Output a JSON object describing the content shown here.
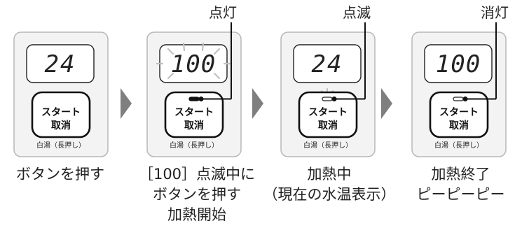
{
  "panels": [
    {
      "display": "24",
      "callout": "",
      "button_line1": "スタート",
      "button_line2": "取消",
      "under_label": "白湯（長押し）",
      "caption": [
        "ボタンを押す"
      ]
    },
    {
      "display": "100",
      "callout": "点灯",
      "button_line1": "スタート",
      "button_line2": "取消",
      "under_label": "白湯（長押し）",
      "caption": [
        "［100］点滅中に",
        "ボタンを押す",
        "加熱開始"
      ]
    },
    {
      "display": "24",
      "callout": "点滅",
      "button_line1": "スタート",
      "button_line2": "取消",
      "under_label": "白湯（長押し）",
      "caption": [
        "加熱中",
        "（現在の水温表示）"
      ]
    },
    {
      "display": "100",
      "callout": "消灯",
      "button_line1": "スタート",
      "button_line2": "取消",
      "under_label": "白湯（長押し）",
      "caption": [
        "加熱終了",
        "ピーピーピー"
      ]
    }
  ],
  "colors": {
    "panel_fill": "#f3f3f3",
    "panel_stroke": "#b8b8b8",
    "arrow": "#7f7f7f",
    "ink": "#222222",
    "glow": "#c0c0c0"
  }
}
